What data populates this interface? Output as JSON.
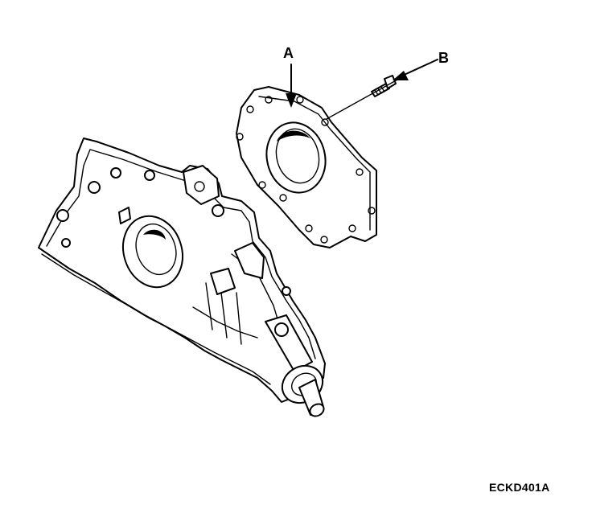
{
  "labels": {
    "a": "A",
    "b": "B"
  },
  "figure_code": "ECKD401A"
}
